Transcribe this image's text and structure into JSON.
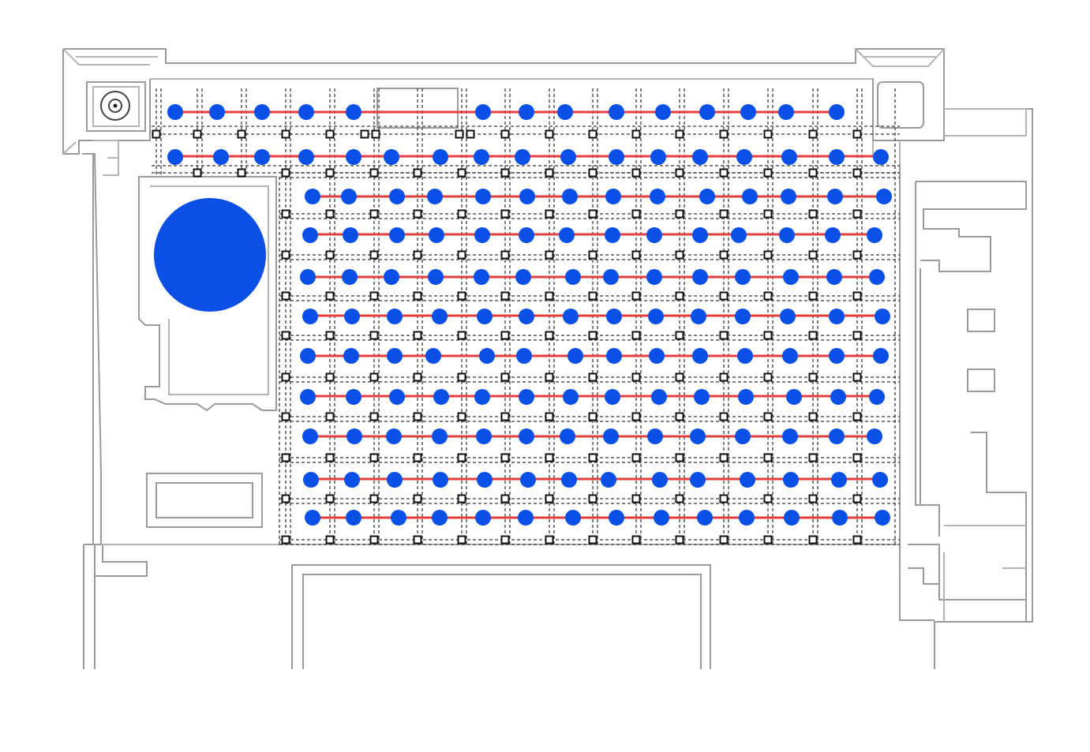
{
  "colors": {
    "light_point": "#0a4fe6",
    "light_connection": "#e53c3c",
    "wall": "#9a9a9a",
    "beam": "#555555",
    "column": "#111111"
  },
  "plan": {
    "light_rows": 11,
    "column_grid_rows": 11,
    "column_grid_cols": 14,
    "large_fixture_count": 1
  }
}
